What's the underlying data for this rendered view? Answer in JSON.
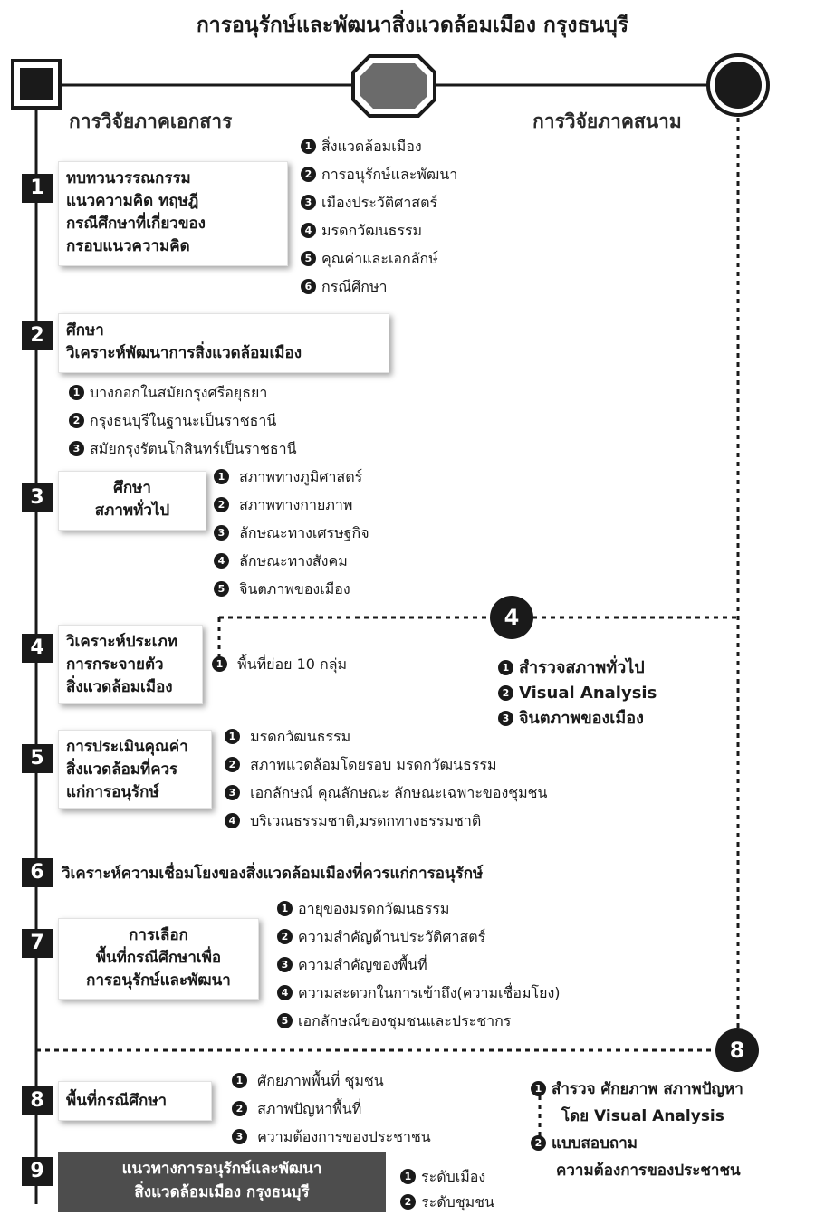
{
  "title": "การอนุรักษ์และพัฒนาสิ่งแวดล้อมเมือง กรุงธนบุรี",
  "left_heading": "การวิจัยภาคเอกสาร",
  "right_heading": "การวิจัยภาคสนาม",
  "steps": {
    "s1": {
      "num": "1",
      "lines": [
        "ทบทวนวรรณกรรม",
        "แนวความคิด ทฤษฎี",
        "กรณีศึกษาที่เกี่ยวของ",
        "กรอบแนวความคิด"
      ],
      "items": [
        "สิ่งแวดล้อมเมือง",
        "การอนุรักษ์และพัฒนา",
        "เมืองประวัติศาสตร์",
        "มรดกวัฒนธรรม",
        "คุณค่าและเอกลักษ์",
        "กรณีศึกษา"
      ]
    },
    "s2": {
      "num": "2",
      "lines": [
        "ศึกษา",
        "วิเคราะห์พัฒนาการสิ่งแวดล้อมเมือง"
      ],
      "items": [
        "บางกอกในสมัยกรุงศรีอยุธยา",
        "กรุงธนบุรีในฐานะเป็นราชธานี",
        "สมัยกรุงรัตนโกสินทร์เป็นราชธานี"
      ]
    },
    "s3": {
      "num": "3",
      "lines": [
        "ศึกษา",
        "สภาพทั่วไป"
      ],
      "items": [
        "สภาพทางภูมิศาสตร์",
        "สภาพทางกายภาพ",
        "ลักษณะทางเศรษฐกิจ",
        "ลักษณะทางสังคม",
        "จินตภาพของเมือง"
      ]
    },
    "s4": {
      "num": "4",
      "lines": [
        "วิเคราะห์ประเภท",
        "การกระจายตัว",
        "สิ่งแวดล้อมเมือง"
      ],
      "items": [
        "พื้นที่ย่อย 10 กลุ่ม"
      ]
    },
    "s5": {
      "num": "5",
      "lines": [
        "การประเมินคุณค่า",
        "สิ่งแวดล้อมที่ควร",
        "แก่การอนุรักษ์"
      ],
      "items": [
        "มรดกวัฒนธรรม",
        "สภาพแวดล้อมโดยรอบ มรดกวัฒนธรรม",
        "เอกลักษณ์ คุณลักษณะ ลักษณะเฉพาะของชุมชน",
        "บริเวณธรรมชาติ,มรดกทางธรรมชาติ"
      ]
    },
    "s6": {
      "num": "6",
      "text": "วิเคราะห์ความเชื่อมโยงของสิ่งแวดล้อมเมืองที่ควรแก่การอนุรักษ์"
    },
    "s7": {
      "num": "7",
      "lines": [
        "การเลือก",
        "พื้นที่กรณีศึกษาเพื่อ",
        "การอนุรักษ์และพัฒนา"
      ],
      "items": [
        "อายุของมรดกวัฒนธรรม",
        "ความสำคัญด้านประวัติศาสตร์",
        "ความสำคัญของพื้นที่",
        "ความสะดวกในการเข้าถึง(ความเชื่อมโยง)",
        "เอกลักษณ์ของชุมชนและประชากร"
      ]
    },
    "s8": {
      "num": "8",
      "text": "พื้นที่กรณีศึกษา",
      "items": [
        "ศักยภาพพื้นที่ ชุมชน",
        "สภาพปัญหาพื้นที่",
        "ความต้องการของประชาชน"
      ]
    },
    "s9": {
      "num": "9",
      "lines": [
        "แนวทางการอนุรักษ์และพัฒนา",
        "สิ่งแวดล้อมเมือง กรุงธนบุรี"
      ],
      "items": [
        "ระดับเมือง",
        "ระดับชุมชน"
      ]
    }
  },
  "field4": {
    "marker": "4",
    "items": [
      "สำรวจสภาพทั่วไป",
      "Visual Analysis",
      "จินตภาพของเมือง"
    ]
  },
  "field8": {
    "marker": "8",
    "items": [
      "สำรวจ ศักยภาพ สภาพปัญหา",
      "โดย Visual Analysis",
      "แบบสอบถาม",
      "ความต้องการของประชาชน"
    ]
  },
  "bullets": [
    "❶",
    "❷",
    "❸",
    "❹",
    "❺",
    "❻"
  ],
  "colors": {
    "ink": "#1a1a1a",
    "octagon_fill": "#6b6b6b",
    "final_box": "#4d4d4d"
  },
  "icons": [
    "square-node-icon",
    "octagon-node-icon",
    "circle-node-icon"
  ]
}
